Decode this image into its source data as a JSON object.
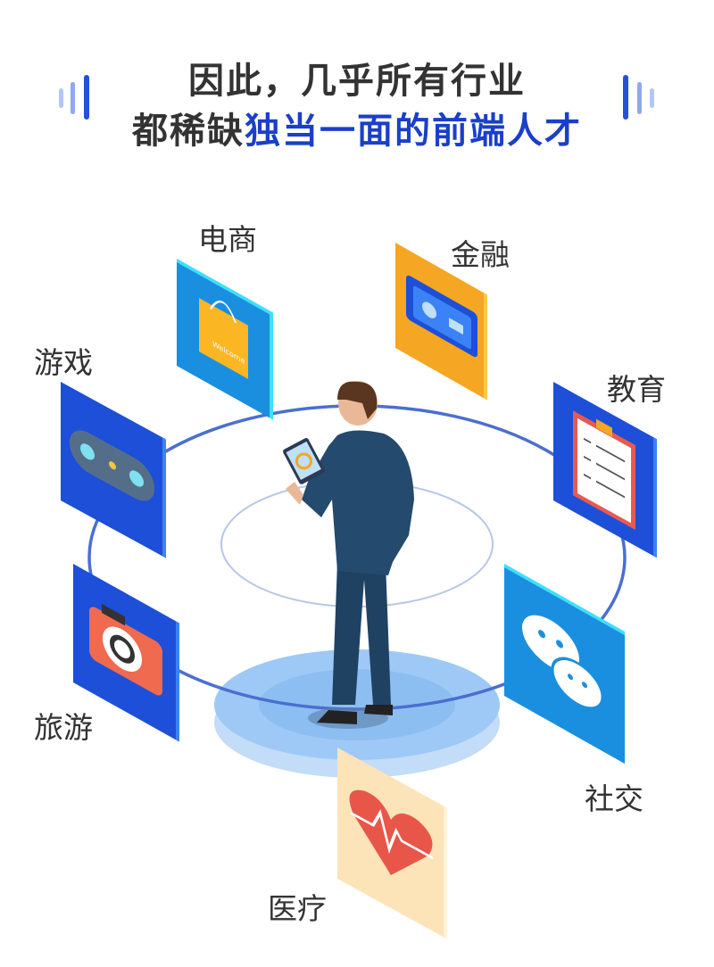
{
  "header": {
    "line1": "因此，几乎所有行业",
    "line2_prefix": "都稀缺",
    "line2_highlight": "独当一面的前端人才"
  },
  "industries": [
    {
      "label": "电商",
      "icon": "shopping-bag-icon",
      "color": "#1a8fe0",
      "icon_text": "Welcome"
    },
    {
      "label": "金融",
      "icon": "bank-card-icon",
      "color": "#f5a623"
    },
    {
      "label": "游戏",
      "icon": "gamepad-icon",
      "color": "#1d4fd8"
    },
    {
      "label": "教育",
      "icon": "clipboard-icon",
      "color": "#1d4fd8"
    },
    {
      "label": "旅游",
      "icon": "camera-icon",
      "color": "#1d4fd8"
    },
    {
      "label": "社交",
      "icon": "wechat-icon",
      "color": "#1a8fe0"
    },
    {
      "label": "医疗",
      "icon": "heartbeat-icon",
      "color": "#fde3b8"
    }
  ],
  "colors": {
    "accent": "#1a3fc9",
    "text": "#333333",
    "ring": "#4a6fd0"
  }
}
